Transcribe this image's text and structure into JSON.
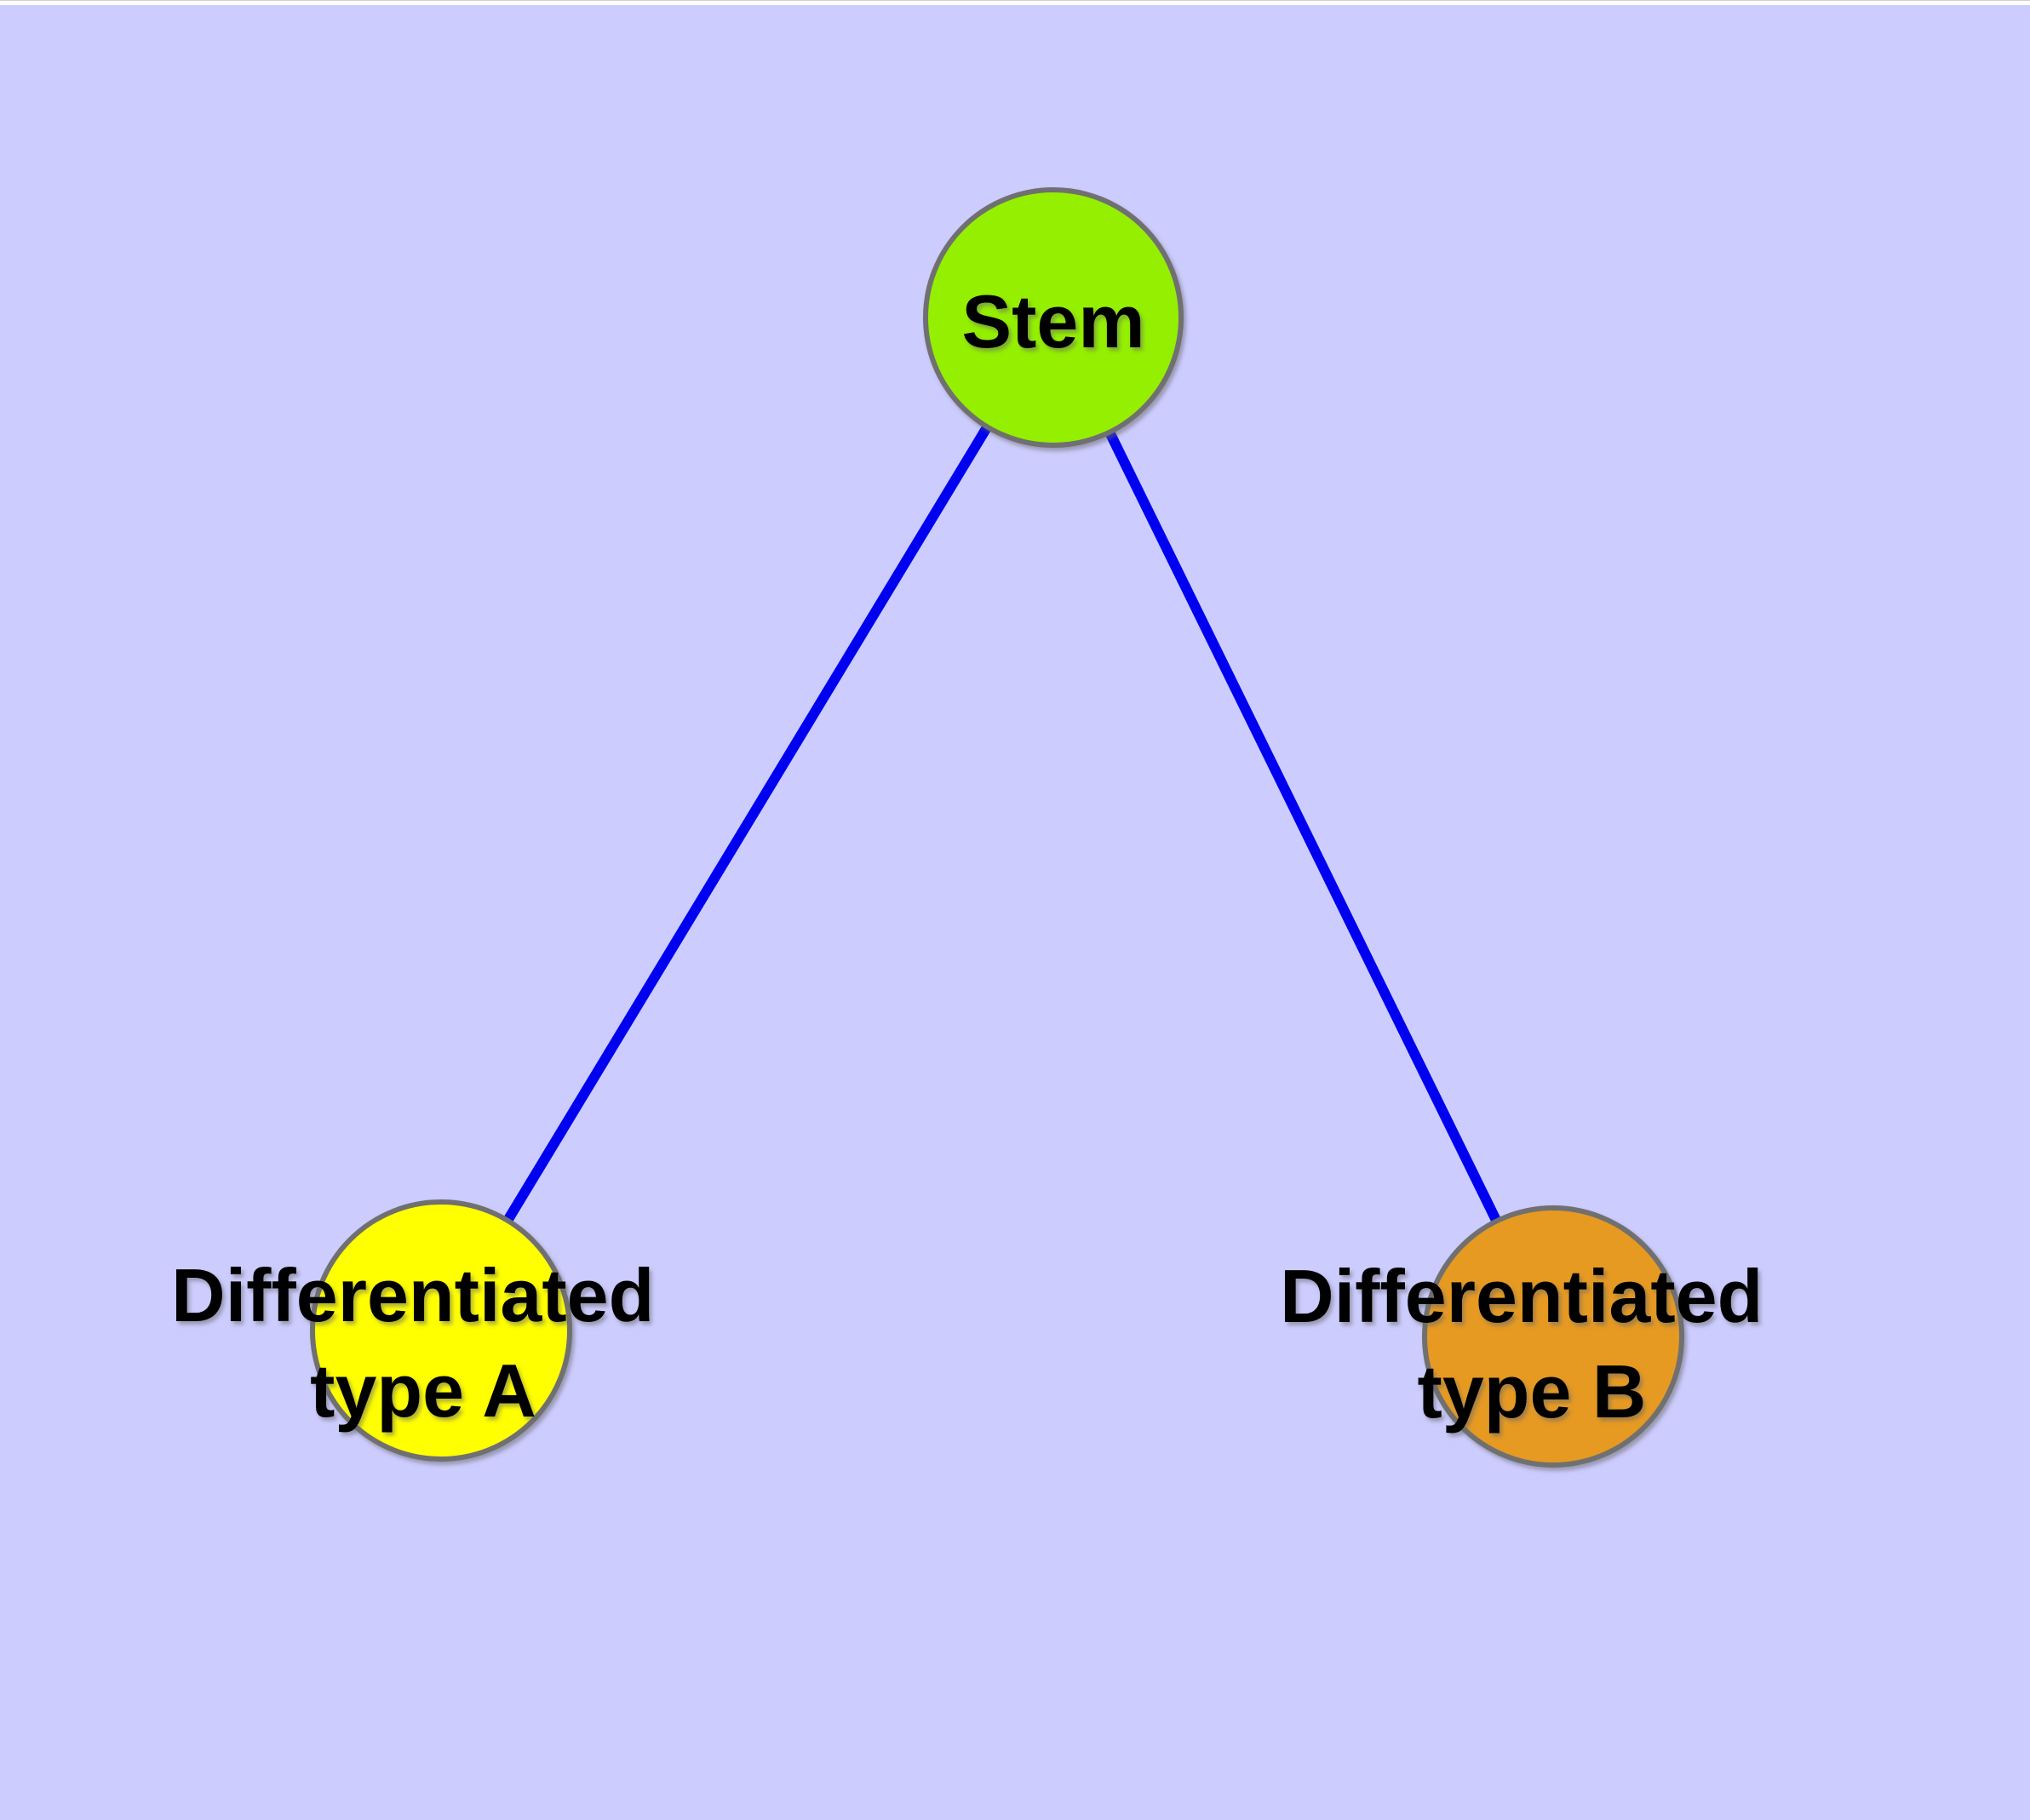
{
  "canvas": {
    "background": "#ccccff"
  },
  "graph": {
    "edge_color": "#0000f0",
    "node_border_color": "#6f6f6f",
    "label_color": "#000000",
    "nodes": {
      "stem": {
        "label": "Stem",
        "fill": "#94f004"
      },
      "type_a": {
        "label_line1": "Differentiated",
        "label_line2": "type A",
        "fill": "#ffff00"
      },
      "type_b": {
        "label_line1": "Differentiated",
        "label_line2": "type B",
        "fill": "#e69a21"
      }
    },
    "edges": [
      {
        "from": "Stem",
        "to": "Differentiated type A"
      },
      {
        "from": "Stem",
        "to": "Differentiated type B"
      }
    ]
  }
}
